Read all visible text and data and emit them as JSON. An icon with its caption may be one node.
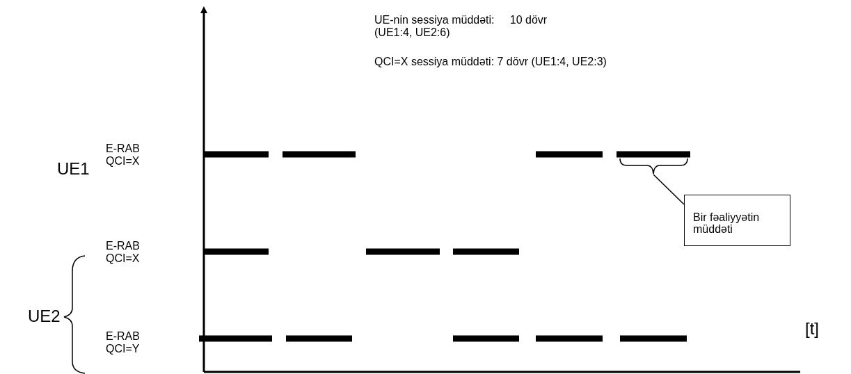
{
  "diagram": {
    "nodes": [
      {
        "text": [
          "Bir fəaliyyətin müddəti"
        ]
      },
      {
        "text": [],
        "shape": "bar"
      }
    ],
    "edges": [
      {
        "from": 0,
        "to": 1,
        "arrow": "none"
      }
    ],
    "labels": [
      "UE-nin sessiya müddəti:     10 dövr (UE1:4, UE2:6)",
      "QCI=X sessiya müddəti: 7 dövr (UE1:4, UE2:3)",
      "UE1",
      "E-RAB QCI=X",
      "UE2",
      "E-RAB QCI=X",
      "E-RAB QCI=Y",
      "[t]"
    ]
  }
}
